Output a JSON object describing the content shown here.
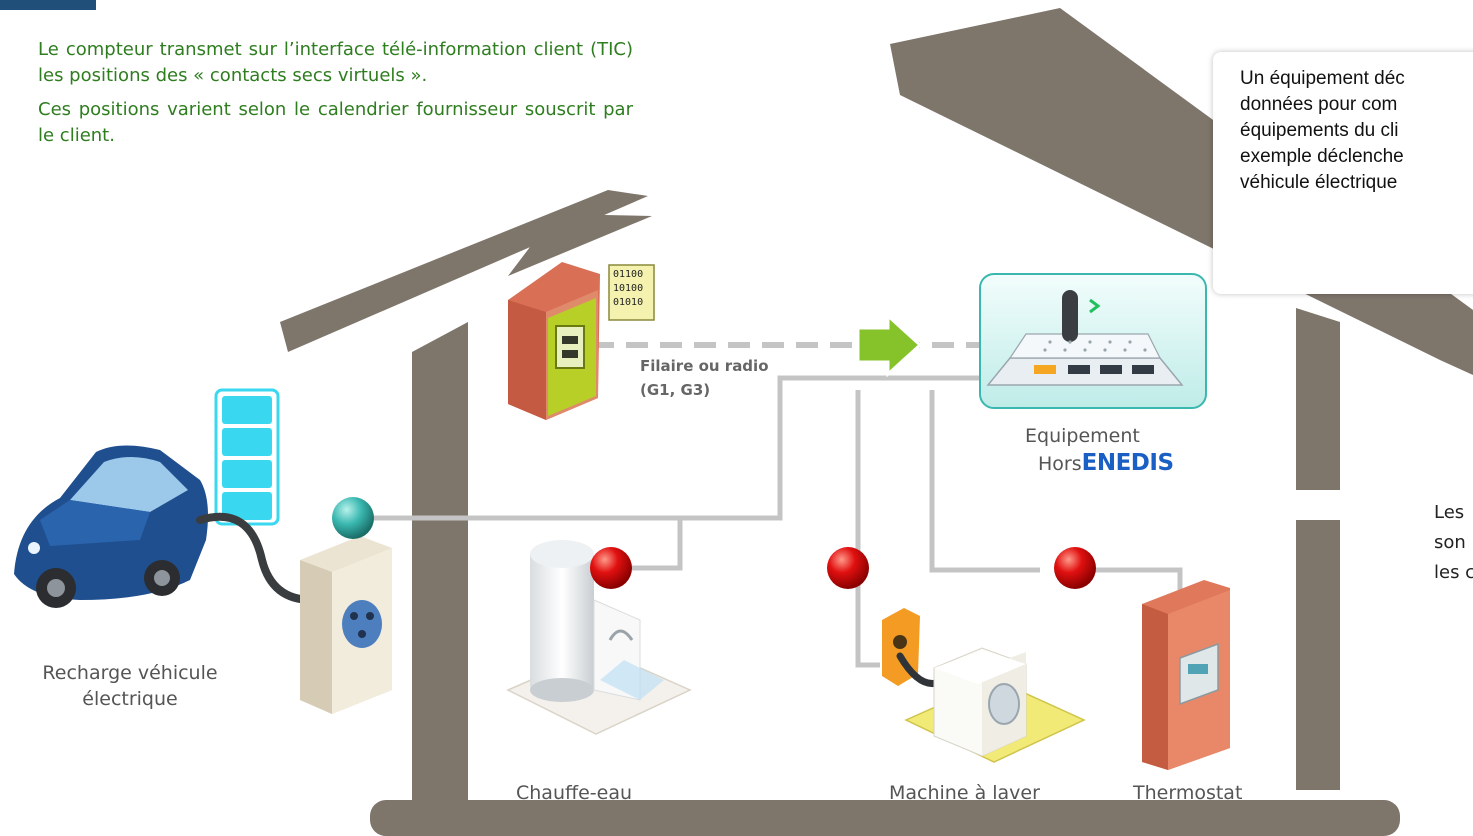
{
  "text_left": {
    "para1": "Le compteur transmet sur l’interface télé-information client (TIC) les positions des « contacts secs virtuels ».",
    "para2": "Ces positions varient selon le calendrier fournisseur souscrit par le client."
  },
  "callout_right": {
    "lines": [
      "Un équipement déc",
      "données pour com",
      "équipements du cli",
      "exemple déclenche",
      "véhicule électrique"
    ]
  },
  "right_partial": {
    "lines": [
      "Les",
      "son",
      "les c"
    ]
  },
  "meter": {
    "binary": [
      "01100",
      "10100",
      "01010"
    ]
  },
  "link_label": {
    "line1": "Filaire ou radio",
    "line2": "(G1, G3)"
  },
  "box_label": {
    "line1": "Equipement",
    "line2_prefix": "Hors",
    "brand": "ENEDIS"
  },
  "devices": {
    "ev": {
      "line1": "Recharge véhicule",
      "line2": "électrique"
    },
    "water_heater": "Chauffe-eau",
    "washing_machine": "Machine à laver",
    "thermostat": "Thermostat"
  },
  "colors": {
    "house": "#7e756b",
    "green_text": "#2e7d1f",
    "red_node": "#e01010",
    "teal_node": "#3ab8b0",
    "battery": "#3ad8f0",
    "brand_blue": "#1a5fc4",
    "arrow_green": "#86c22a"
  }
}
